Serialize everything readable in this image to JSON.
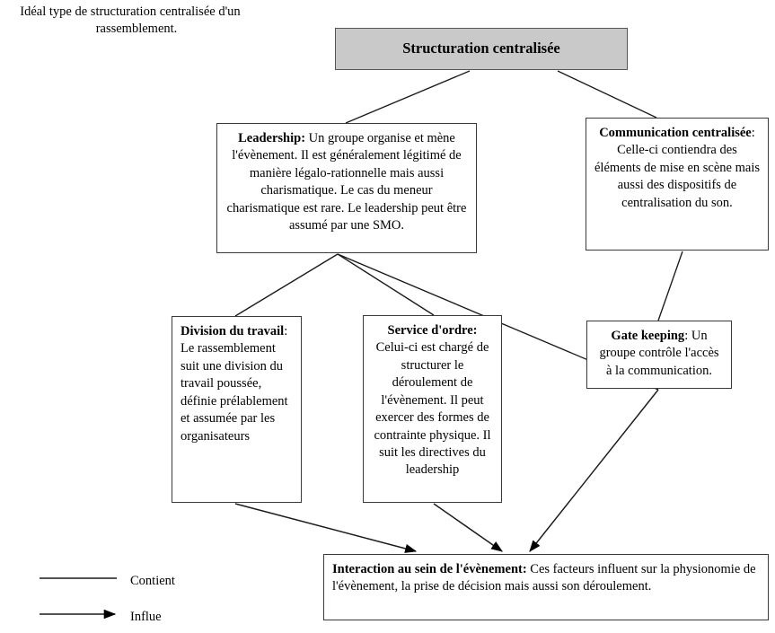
{
  "caption": {
    "text": "Idéal type de structuration centralisée d'un rassemblement."
  },
  "diagram": {
    "type": "flowchart",
    "title_node": {
      "id": "structuration-centralisee",
      "label": "Structuration centralisée",
      "fill": "#c9c9c9",
      "border": "#555555"
    },
    "nodes": [
      {
        "id": "leadership",
        "heading": "Leadership:",
        "text": " Un groupe organise et mène l'évènement. Il est généralement légitimé de manière légalo-rationnelle mais aussi charismatique. Le cas du meneur charismatique est rare. Le leadership peut être assumé par une SMO.",
        "align": "center"
      },
      {
        "id": "communication-centralisee",
        "heading": "Communication centralisée",
        "text": ": Celle-ci contiendra des éléments de mise en scène mais aussi des dispositifs de centralisation du son.",
        "align": "center"
      },
      {
        "id": "division-du-travail",
        "heading": "Division du travail",
        "text": ": Le rassemblement suit une division du travail poussée, définie prélablement et assumée par les organisateurs",
        "align": "left"
      },
      {
        "id": "service-d-ordre",
        "heading": "Service d'ordre:",
        "text": " Celui-ci est chargé de structurer le déroulement de l'évènement. Il peut exercer des formes de contrainte physique. Il suit les directives du leadership",
        "align": "center"
      },
      {
        "id": "gate-keeping",
        "heading": "Gate keeping",
        "text": ": Un groupe contrôle l'accès à la communication.",
        "align": "center"
      },
      {
        "id": "interaction-au-sein-de-l-evenement",
        "heading": "Interaction au sein de l'évènement:",
        "text": " Ces facteurs influent sur la physionomie de l'évènement, la prise de décision mais aussi son déroulement.",
        "align": "left"
      }
    ],
    "edges": [
      {
        "from": "structuration-centralisee",
        "to": "leadership",
        "kind": "contient"
      },
      {
        "from": "structuration-centralisee",
        "to": "communication-centralisee",
        "kind": "contient"
      },
      {
        "from": "leadership",
        "to": "division-du-travail",
        "kind": "contient"
      },
      {
        "from": "leadership",
        "to": "service-d-ordre",
        "kind": "contient"
      },
      {
        "from": "leadership",
        "to": "gate-keeping",
        "kind": "contient"
      },
      {
        "from": "communication-centralisee",
        "to": "gate-keeping",
        "kind": "contient"
      },
      {
        "from": "division-du-travail",
        "to": "interaction-au-sein-de-l-evenement",
        "kind": "influe"
      },
      {
        "from": "service-d-ordre",
        "to": "interaction-au-sein-de-l-evenement",
        "kind": "influe"
      },
      {
        "from": "gate-keeping",
        "to": "interaction-au-sein-de-l-evenement",
        "kind": "influe"
      }
    ]
  },
  "legend": {
    "items": [
      {
        "id": "contient",
        "label": "Contient",
        "marker": "plain-line"
      },
      {
        "id": "influe",
        "label": "Influe",
        "marker": "arrow-line"
      }
    ]
  }
}
